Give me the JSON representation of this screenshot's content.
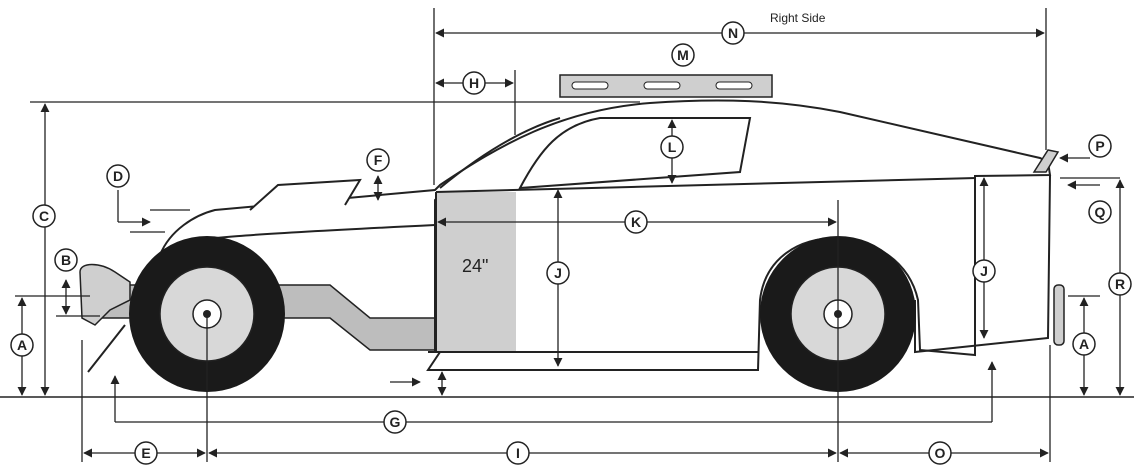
{
  "diagram": {
    "side_label": "Right Side",
    "door_panel_label": "24\"",
    "labels": {
      "A": "A",
      "B": "B",
      "C": "C",
      "D": "D",
      "E": "E",
      "F": "F",
      "G": "G",
      "H": "H",
      "I": "I",
      "J": "J",
      "K": "K",
      "L": "L",
      "M": "M",
      "N": "N",
      "O": "O",
      "P": "P",
      "Q": "Q",
      "R": "R"
    }
  },
  "colors": {
    "outline": "#222222",
    "panel_gray": "#cfcfcf",
    "tire": "#1a1a1a",
    "wheel": "#d8d8d8",
    "chassis": "#bdbdbd"
  }
}
